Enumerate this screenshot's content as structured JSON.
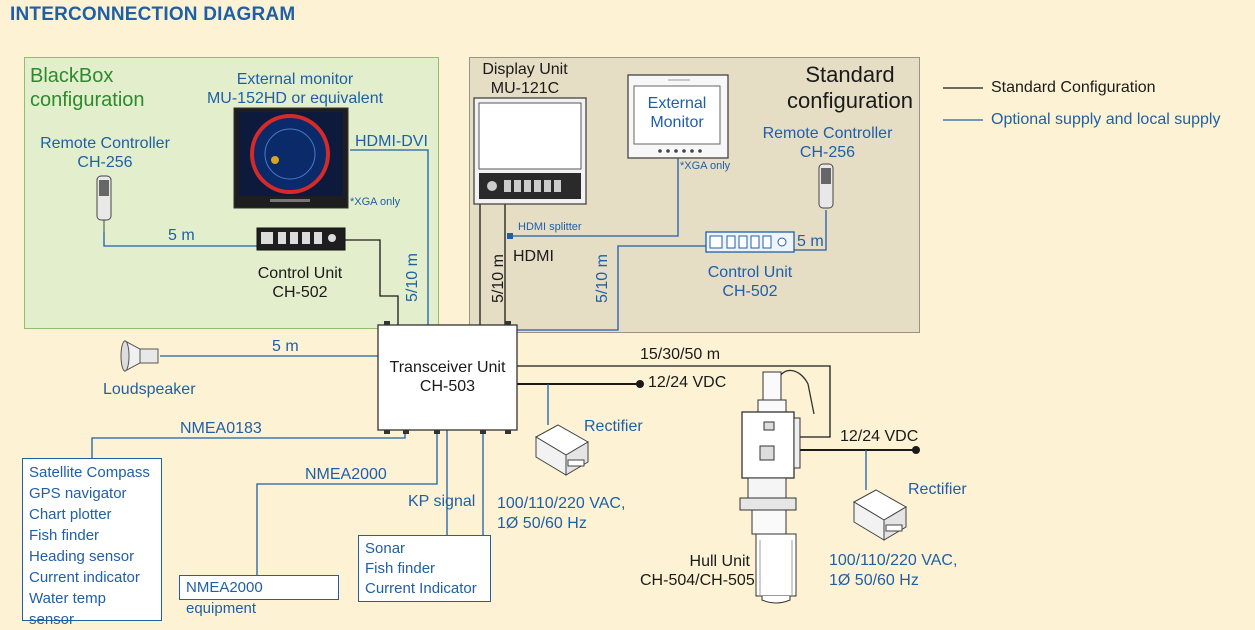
{
  "title": "INTERCONNECTION DIAGRAM",
  "legend": {
    "standard": "Standard Configuration",
    "optional": "Optional supply and local supply",
    "standard_color": "#1a1a1a",
    "optional_color": "#1f5fa8"
  },
  "blackbox": {
    "title_line1": "BlackBox",
    "title_line2": "configuration",
    "monitor_line1": "External monitor",
    "monitor_line2": "MU-152HD or equivalent",
    "hdmi_dvi": "HDMI-DVI",
    "xga_note": "*XGA only",
    "remote_line1": "Remote Controller",
    "remote_line2": "CH-256",
    "cable_5m": "5 m",
    "control_line1": "Control Unit",
    "control_line2": "CH-502",
    "cable_510": "5/10 m",
    "bg_color": "#e3efcc"
  },
  "standard": {
    "title_line1": "Standard",
    "title_line2": "configuration",
    "display_line1": "Display Unit",
    "display_line2": "MU-121C",
    "ext_monitor_line1": "External",
    "ext_monitor_line2": "Monitor",
    "xga_note": "*XGA only",
    "remote_line1": "Remote Controller",
    "remote_line2": "CH-256",
    "cable_5m": "5 m",
    "hdmi_splitter": "HDMI splitter",
    "hdmi": "HDMI",
    "cable_510_left": "5/10 m",
    "cable_510_right": "5/10 m",
    "control_line1": "Control Unit",
    "control_line2": "CH-502",
    "bg_color": "#e6ddc5"
  },
  "transceiver": {
    "line1": "Transceiver Unit",
    "line2": "CH-503"
  },
  "loudspeaker": {
    "cable": "5 m",
    "label": "Loudspeaker"
  },
  "power": {
    "dc_main": "12/24 VDC",
    "rectifier1": "Rectifier",
    "ac1_line1": "100/110/220 VAC,",
    "ac1_line2": "1Ø 50/60 Hz",
    "cable_hull": "15/30/50 m",
    "dc_hull": "12/24 VDC",
    "rectifier2": "Rectifier",
    "ac2_line1": "100/110/220 VAC,",
    "ac2_line2": "1Ø 50/60 Hz"
  },
  "hull": {
    "line1": "Hull Unit",
    "line2": "CH-504/CH-505"
  },
  "nmea0183": {
    "label": "NMEA0183",
    "devices": [
      "Satellite Compass",
      "GPS navigator",
      "Chart plotter",
      "Fish finder",
      "Heading sensor",
      "Current indicator",
      "Water temp sensor"
    ]
  },
  "nmea2000": {
    "label": "NMEA2000",
    "equipment": "NMEA2000 equipment"
  },
  "kp": {
    "label": "KP signal",
    "devices": [
      "Sonar",
      "Fish finder",
      "Current Indicator"
    ]
  }
}
